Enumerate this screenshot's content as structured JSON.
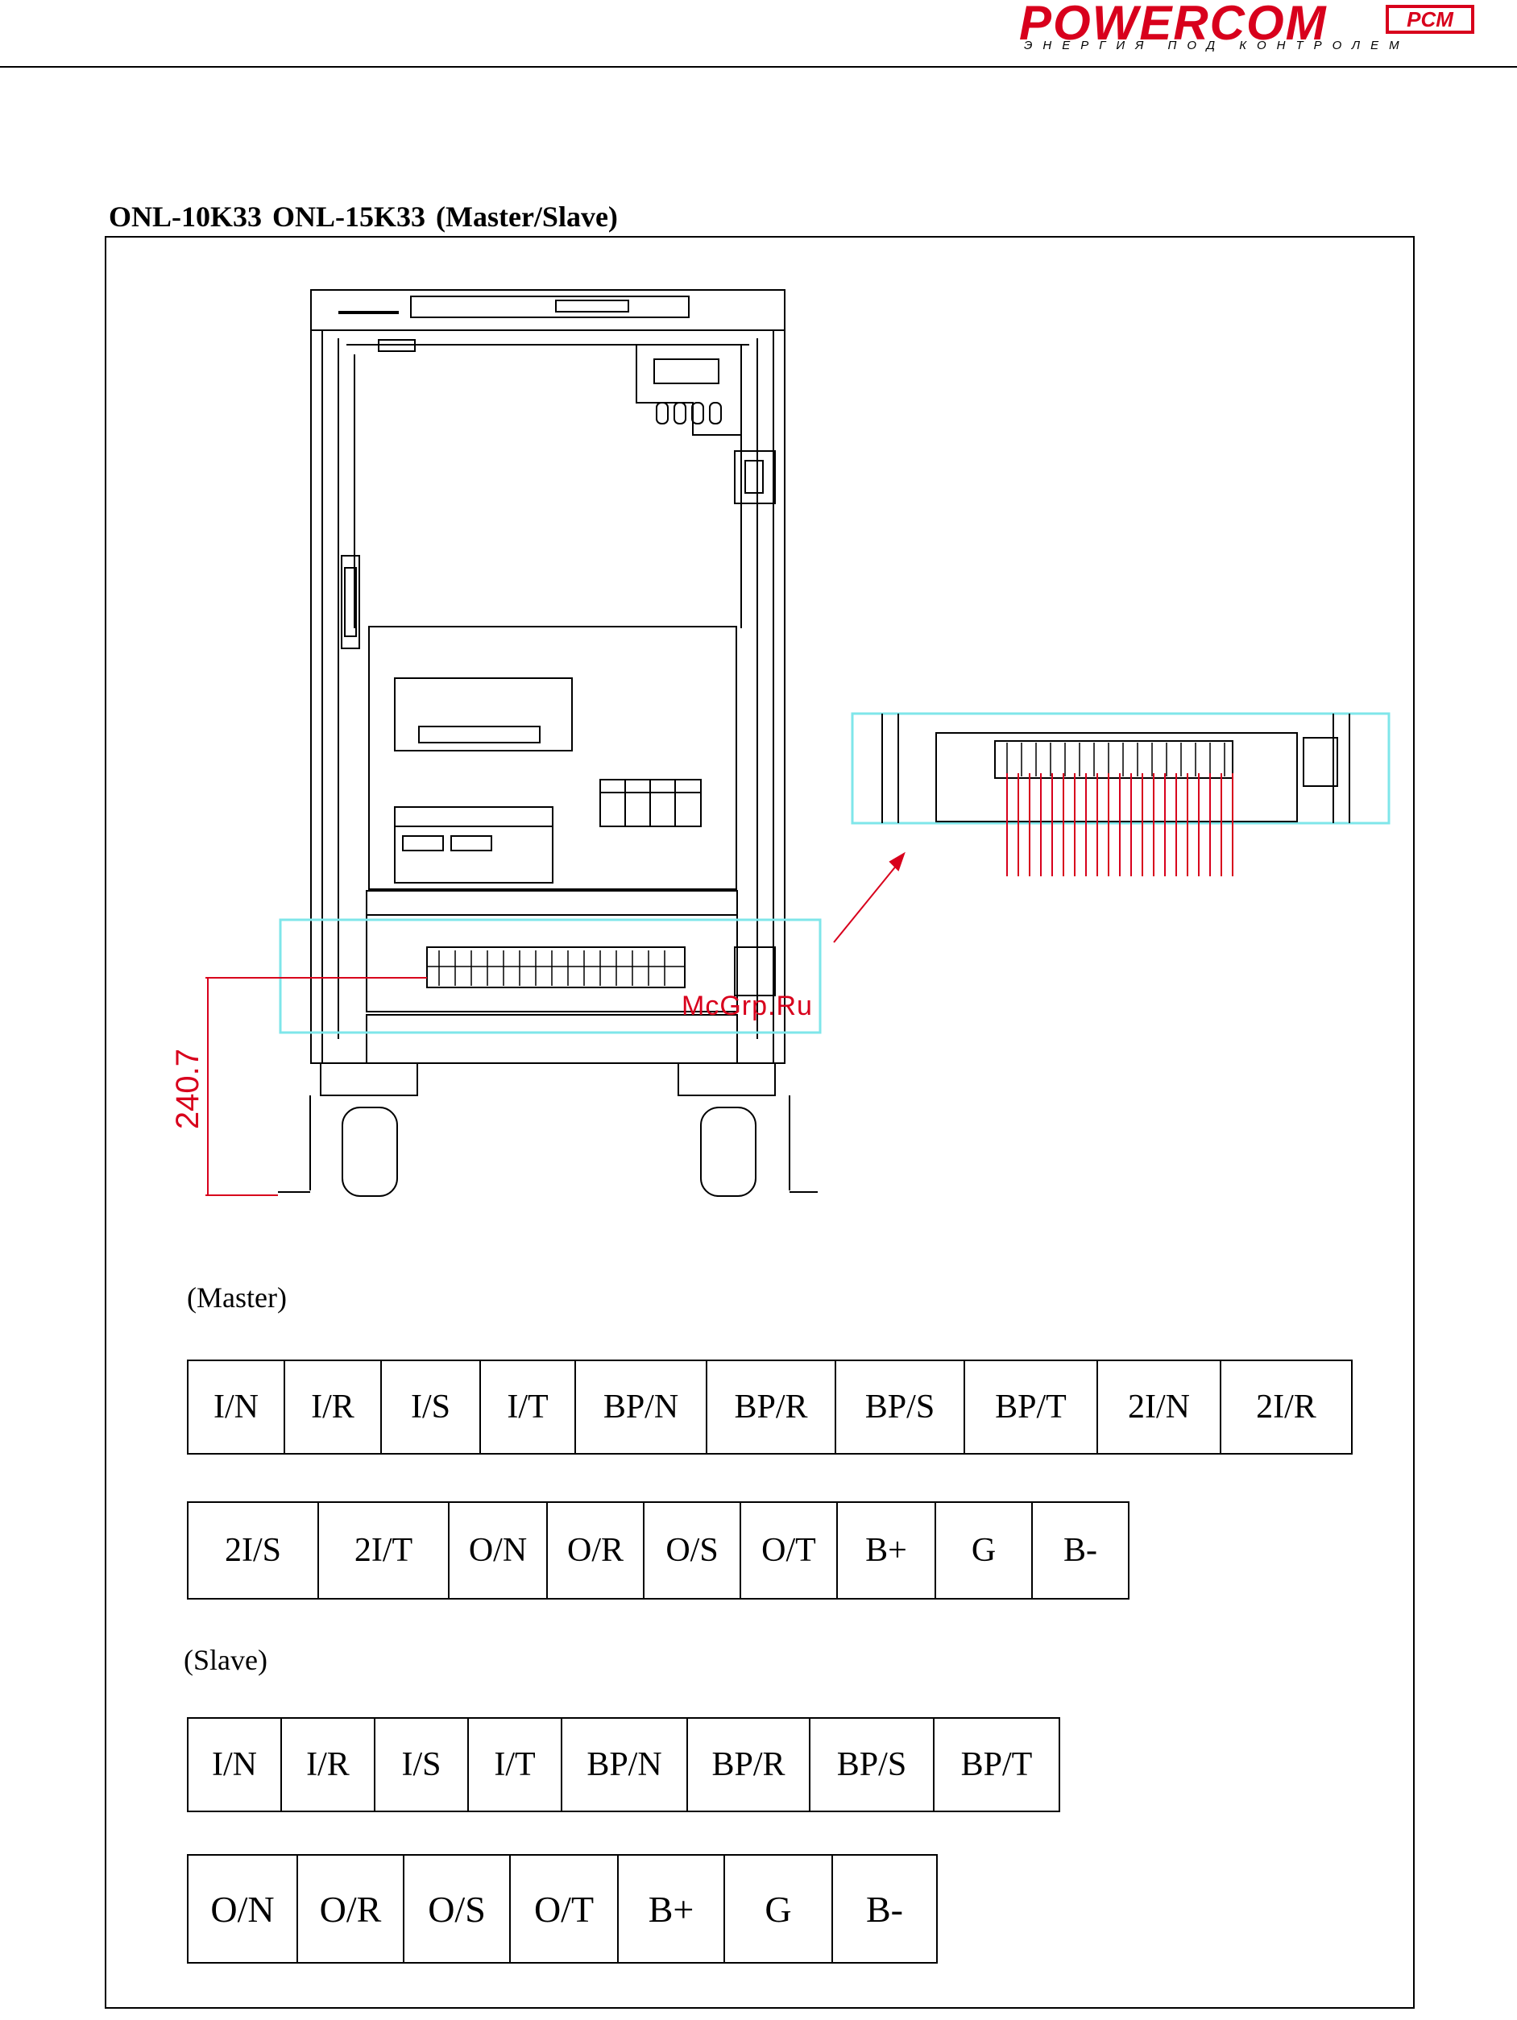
{
  "header": {
    "brand": "POWERCOM",
    "badge": "PCM",
    "tagline": "ЭНЕРГИЯ ПОД КОНТРОЛЕМ"
  },
  "title": "ONL-10K33    ONL-15K33 (Master/Slave)",
  "dimension_label": "240.7",
  "watermark": "McGrp.Ru",
  "colors": {
    "accent": "#d8001c",
    "highlight": "#7fe6ea"
  },
  "master": {
    "label": "(Master)",
    "row1": [
      "I/N",
      "I/R",
      "I/S",
      "I/T",
      "BP/N",
      "BP/R",
      "BP/S",
      "BP/T",
      "2I/N",
      "2I/R"
    ],
    "row2": [
      "2I/S",
      "2I/T",
      "O/N",
      "O/R",
      "O/S",
      "O/T",
      "B+",
      "G",
      "B-"
    ]
  },
  "slave": {
    "label": "(Slave)",
    "row1": [
      "I/N",
      "I/R",
      "I/S",
      "I/T",
      "BP/N",
      "BP/R",
      "BP/S",
      "BP/T"
    ],
    "row2": [
      "O/N",
      "O/R",
      "O/S",
      "O/T",
      "B+",
      "G",
      "B-"
    ]
  }
}
